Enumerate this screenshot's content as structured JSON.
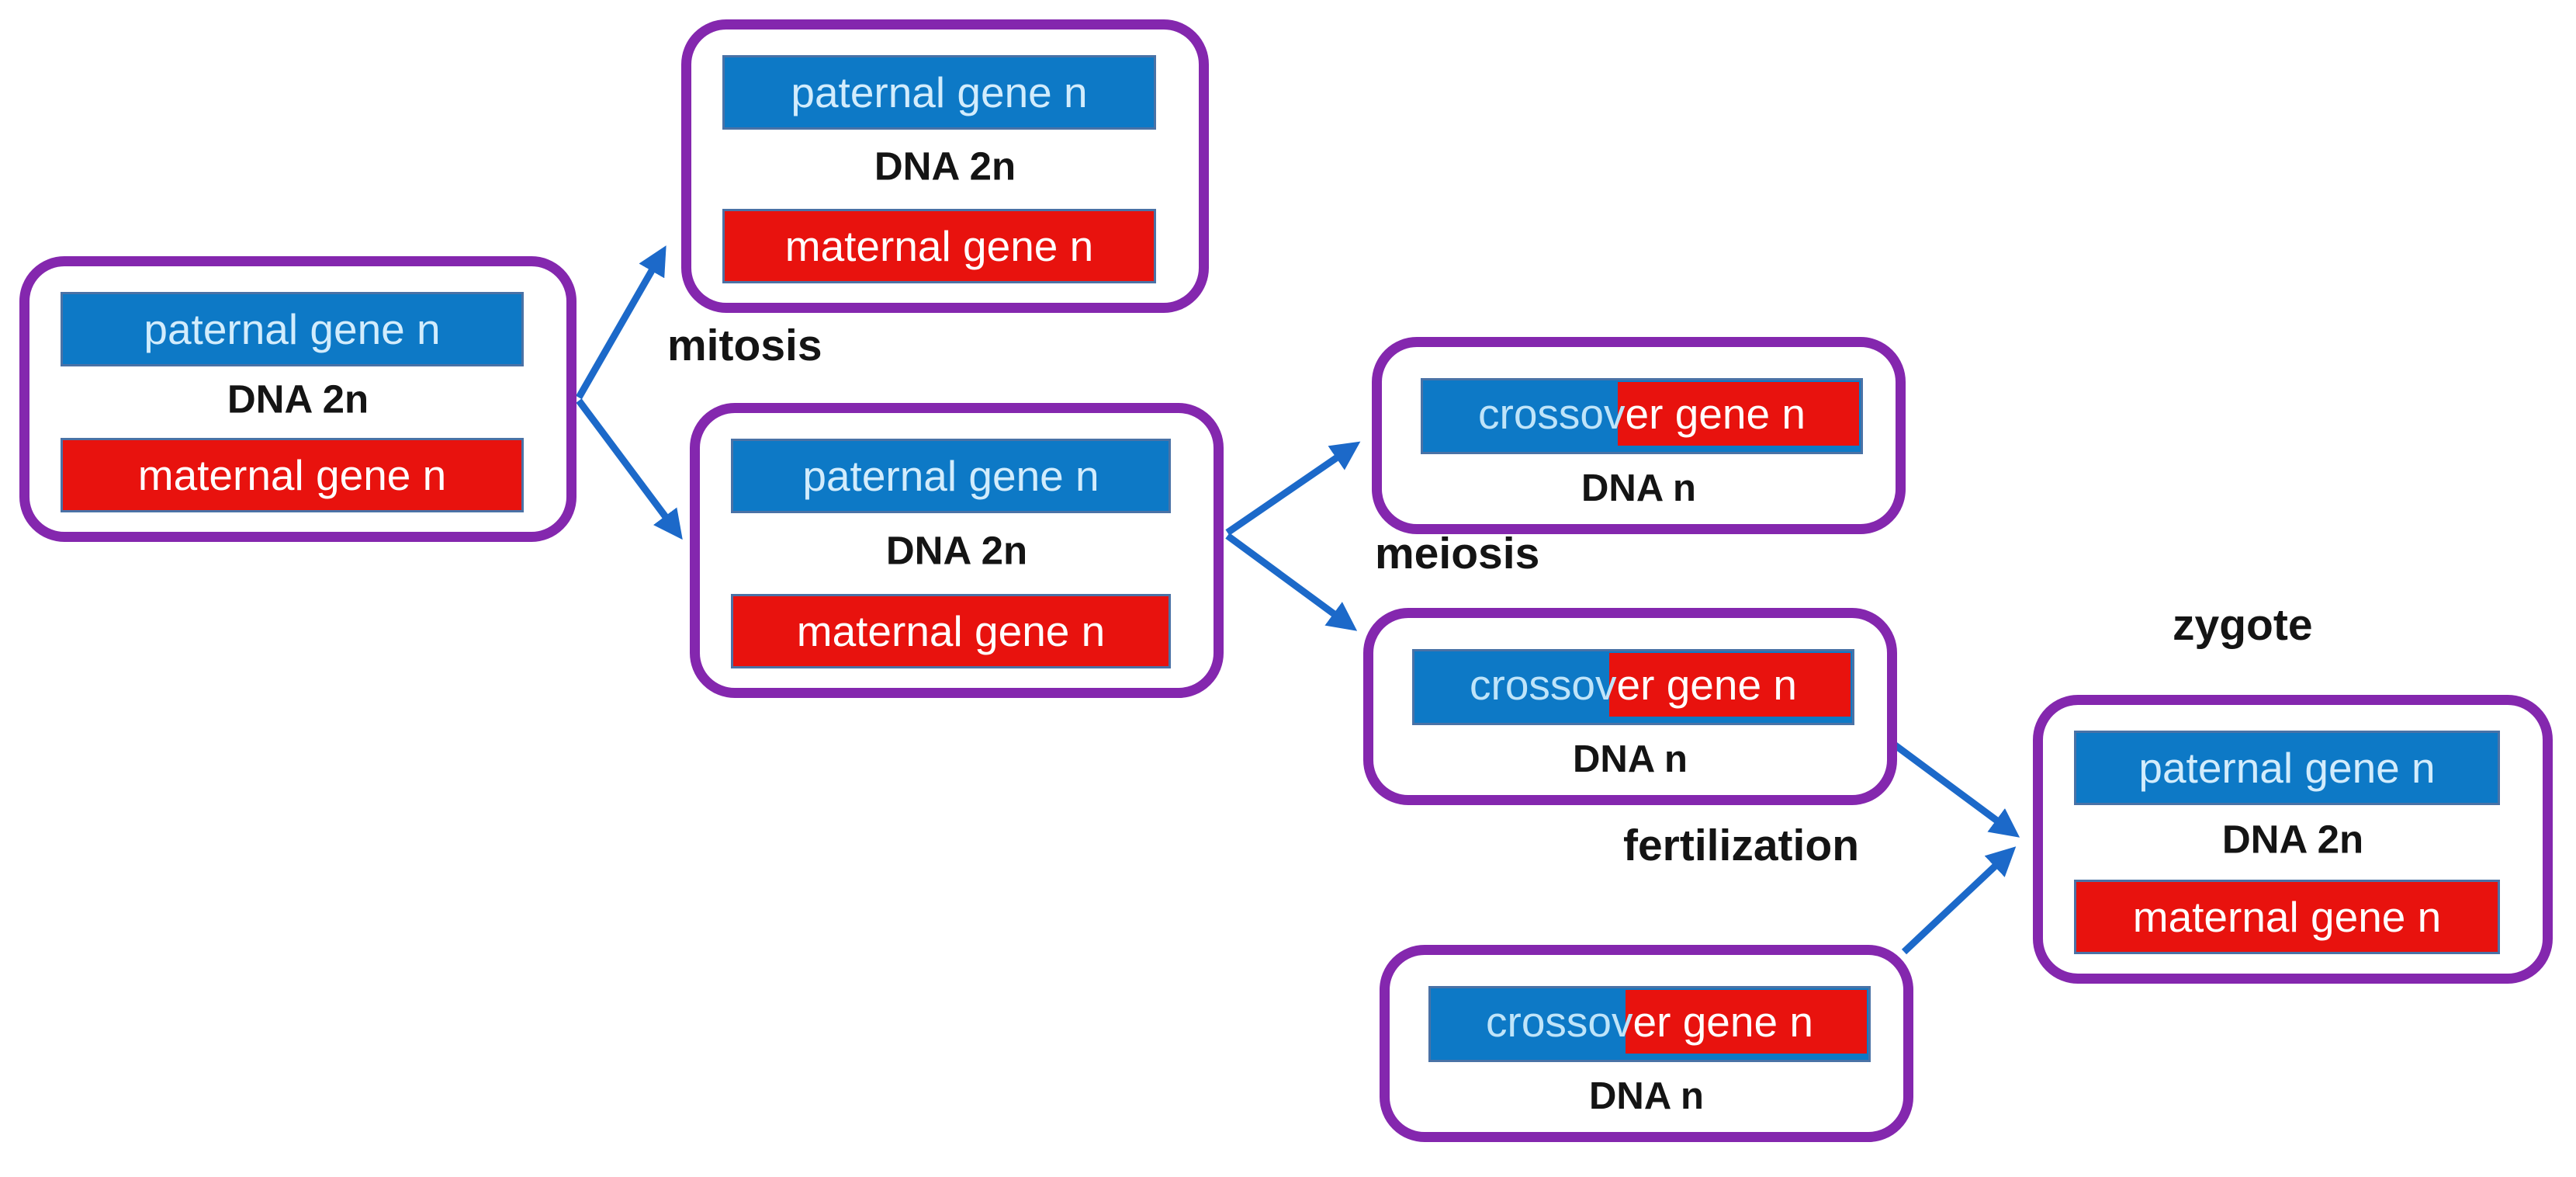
{
  "labels": {
    "mitosis": "mitosis",
    "meiosis": "meiosis",
    "fertilization": "fertilization",
    "zygote": "zygote"
  },
  "cells": {
    "parent": {
      "paternal": "paternal gene n",
      "dna": "DNA 2n",
      "maternal": "maternal gene n"
    },
    "mitosis_daughter": {
      "paternal": "paternal gene n",
      "dna": "DNA 2n",
      "maternal": "maternal gene n"
    },
    "meiosis_mother": {
      "paternal": "paternal gene n",
      "dna": "DNA 2n",
      "maternal": "maternal gene n"
    },
    "gamete_top": {
      "crossover_left": "crossov",
      "crossover_right": "er gene n",
      "dna": "DNA n"
    },
    "gamete_middle": {
      "crossover_left": "crossov",
      "crossover_right": "er gene n",
      "dna": "DNA n"
    },
    "gamete_bottom": {
      "crossover_left": "crossov",
      "crossover_right": "er gene n",
      "dna": "DNA n"
    },
    "zygote": {
      "paternal": "paternal gene n",
      "dna": "DNA 2n",
      "maternal": "maternal gene n"
    }
  },
  "colors": {
    "background": "#ffffff",
    "cell_border_purple": "#8427ae",
    "gene_blue": "#0d79c6",
    "gene_red": "#e8120e",
    "bar_edge": "#4a72a6",
    "arrow_blue": "#1c69c9",
    "dna_text": "#141414",
    "label_text": "#141414",
    "paternal_text": "#d2ecfc",
    "maternal_text": "#ffffff",
    "crossover_left_text": "#bfe4f9",
    "crossover_right_text": "#ffffff"
  }
}
